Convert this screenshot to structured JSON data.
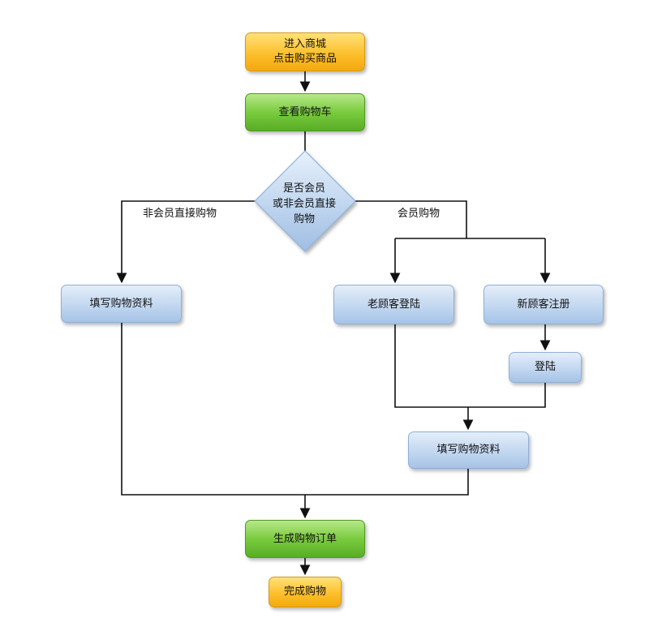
{
  "nodes": {
    "start": [
      "进入商城",
      "点击购买商品"
    ],
    "view_cart": "查看购物车",
    "decision": [
      "是否会员",
      "或非会员直接",
      "购物"
    ],
    "fill_info_left": "填写购物资料",
    "old_customer_login": "老顾客登陆",
    "new_customer_register": "新顾客注册",
    "login": "登陆",
    "fill_info_right": "填写购物资料",
    "generate_order": "生成购物订单",
    "finish": "完成购物"
  },
  "edge_labels": {
    "non_member": "非会员直接购物",
    "member": "会员购物"
  },
  "colors": {
    "start_end": "#fcc02c",
    "process": "#7acb3e",
    "step": "#c2d7f0",
    "decision": "#a6c3e6",
    "line": "#111111"
  }
}
